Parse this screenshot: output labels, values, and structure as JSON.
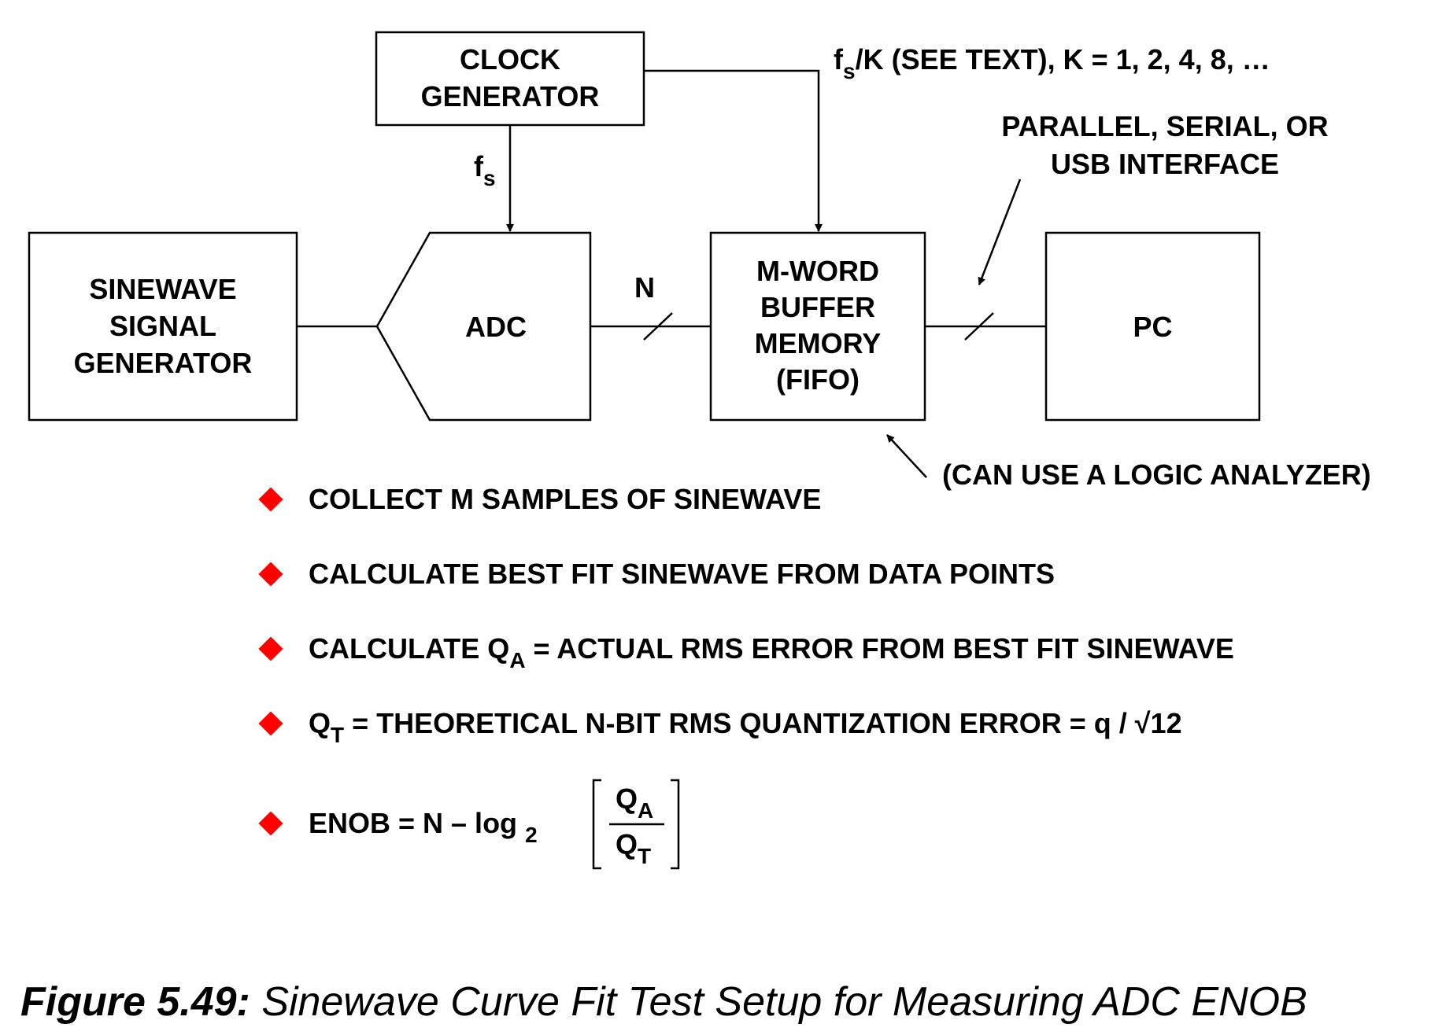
{
  "blocks": {
    "clock_generator": [
      "CLOCK",
      "GENERATOR"
    ],
    "sinewave_generator": [
      "SINEWAVE",
      "SIGNAL",
      "GENERATOR"
    ],
    "adc": "ADC",
    "buffer_memory": [
      "M-WORD",
      "BUFFER",
      "MEMORY",
      "(FIFO)"
    ],
    "pc": "PC"
  },
  "signals": {
    "fs_main": "f",
    "fs_sub": "s",
    "fsk_main": "f",
    "fsk_sub": "s",
    "fsk_rest": "/K  (SEE TEXT), K = 1, 2, 4, 8, …",
    "bus_width": "N",
    "interface": [
      "PARALLEL, SERIAL, OR",
      "USB INTERFACE"
    ],
    "logic_analyzer": "(CAN USE A LOGIC ANALYZER)"
  },
  "bullets": {
    "b1": "COLLECT M SAMPLES OF SINEWAVE",
    "b2": "CALCULATE BEST FIT SINEWAVE FROM DATA POINTS",
    "b3_pre": "CALCULATE Q",
    "b3_sub": "A",
    "b3_post": " = ACTUAL RMS ERROR FROM BEST FIT SINEWAVE",
    "b4_pre": "Q",
    "b4_sub": "T",
    "b4_post": " = THEORETICAL N-BIT RMS QUANTIZATION ERROR = q / √12",
    "b5_pre": "ENOB =  N  – log",
    "b5_sub": "2",
    "frac_num": "Q",
    "frac_num_sub": "A",
    "frac_den": "Q",
    "frac_den_sub": "T"
  },
  "caption": {
    "label": "Figure 5.49:",
    "text": " Sinewave Curve Fit Test Setup for Measuring ADC ENOB"
  },
  "colors": {
    "bullet": "#ff0000",
    "line": "#000000"
  }
}
